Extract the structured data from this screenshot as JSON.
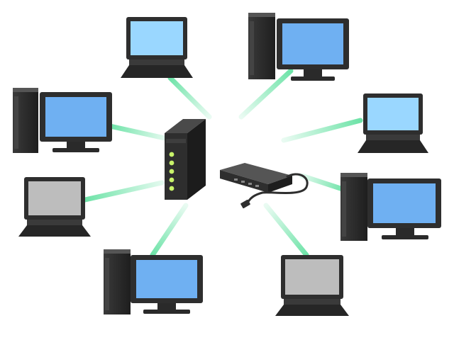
{
  "diagram": {
    "nodes": [
      {
        "id": "laptop-top",
        "kind": "laptop",
        "screen": "blue"
      },
      {
        "id": "desktop-top-right",
        "kind": "desktop",
        "screen": "blue"
      },
      {
        "id": "desktop-upper-left",
        "kind": "desktop",
        "screen": "blue"
      },
      {
        "id": "laptop-upper-right",
        "kind": "laptop",
        "screen": "light-blue"
      },
      {
        "id": "laptop-mid-left",
        "kind": "laptop",
        "screen": "gray"
      },
      {
        "id": "desktop-mid-right",
        "kind": "desktop",
        "screen": "blue"
      },
      {
        "id": "desktop-bottom-left",
        "kind": "desktop",
        "screen": "blue"
      },
      {
        "id": "laptop-bottom-right",
        "kind": "laptop",
        "screen": "gray"
      }
    ],
    "hubs": [
      {
        "id": "router",
        "kind": "router",
        "indicator_lights": 5
      },
      {
        "id": "switch",
        "kind": "switch-hub"
      }
    ]
  },
  "colors": {
    "link": "#6EE3A8",
    "screen_blue": "#6FB0F2",
    "screen_light_blue": "#9AD7FF",
    "screen_gray": "#BDBDBD",
    "device_dark": "#2E2E2E",
    "led": "#C8F26A"
  }
}
